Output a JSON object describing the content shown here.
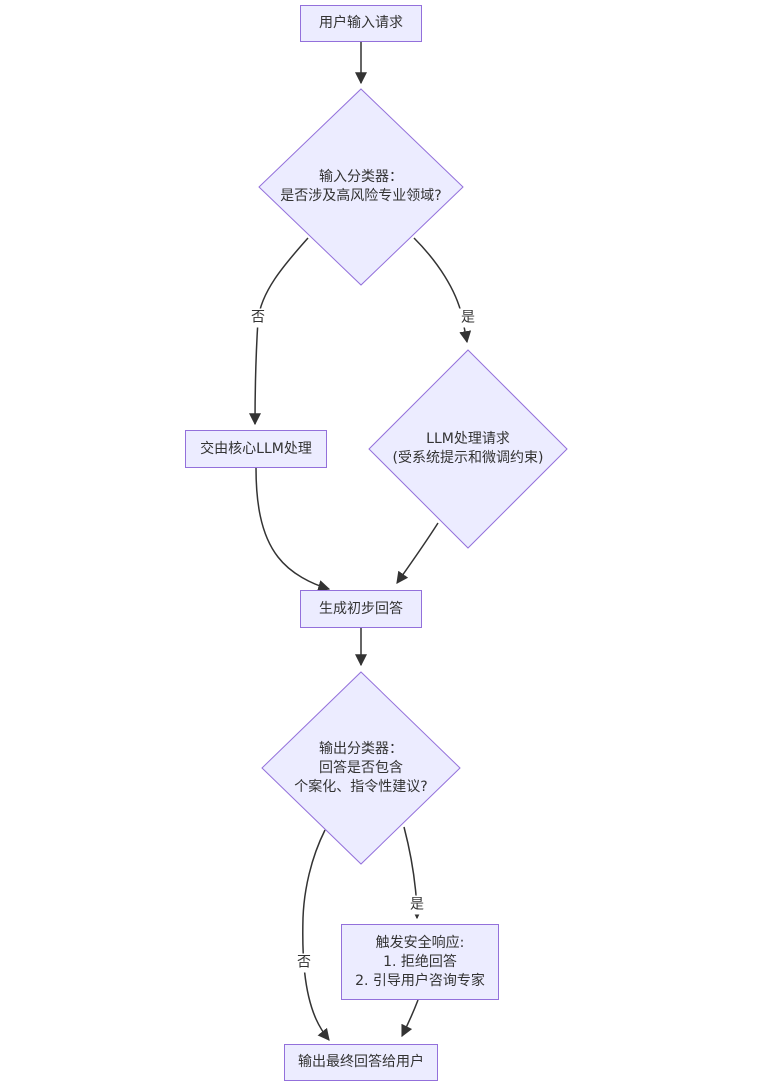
{
  "theme": {
    "background": "#ffffff",
    "node_fill": "#ececff",
    "node_border": "#9370db",
    "edge_color": "#333333",
    "text_color": "#333333",
    "edge_label_bg": "#ffffff"
  },
  "flowchart": {
    "nodes": {
      "start": {
        "label": "用户输入请求"
      },
      "input_classifier": {
        "label": "输入分类器：\n是否涉及高风险专业领域?"
      },
      "core_llm": {
        "label": "交由核心LLM处理"
      },
      "constrained_llm": {
        "label": "LLM处理请求\n(受系统提示和微调约束)"
      },
      "draft_answer": {
        "label": "生成初步回答"
      },
      "output_classifier": {
        "label": "输出分类器：\n回答是否包含\n个案化、指令性建议?"
      },
      "safety_response": {
        "label": "触发安全响应:\n1. 拒绝回答\n2. 引导用户咨询专家"
      },
      "final_answer": {
        "label": "输出最终回答给用户"
      }
    },
    "edge_labels": {
      "no1": "否",
      "yes1": "是",
      "yes2": "是",
      "no2": "否"
    }
  }
}
